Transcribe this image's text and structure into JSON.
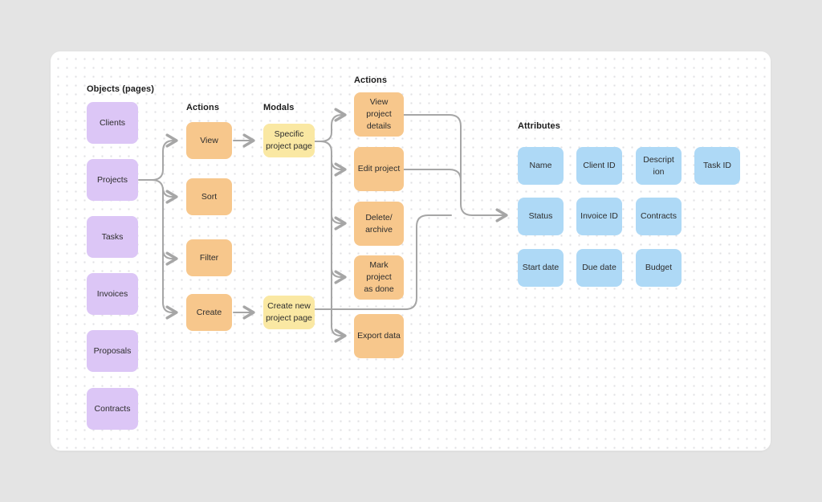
{
  "board": {
    "type": "whiteboard-flow-diagram",
    "colors": {
      "page_background": "#e4e4e4",
      "board_background": "#ffffff",
      "dot_grid": "#e1e1e4",
      "object_node": "#dcc6f6",
      "action_node": "#f7c78c",
      "modal_node": "#fae8a3",
      "attribute_node": "#aed9f6",
      "connector": "#a6a6a6",
      "text": "#2d2d2d"
    }
  },
  "sections": {
    "objects": {
      "title": "Objects (pages)",
      "items": [
        "Clients",
        "Projects",
        "Tasks",
        "Invoices",
        "Proposals",
        "Contracts"
      ]
    },
    "actions1": {
      "title": "Actions",
      "items": [
        "View",
        "Sort",
        "Filter",
        "Create"
      ]
    },
    "modals": {
      "title": "Modals",
      "items": [
        "Specific\nproject page",
        "Create new\nproject page"
      ]
    },
    "actions2": {
      "title": "Actions",
      "items": [
        "View project\ndetails",
        "Edit project",
        "Delete/\narchive",
        "Mark project\nas done",
        "Export data"
      ]
    },
    "attributes": {
      "title": "Attributes",
      "items": [
        "Name",
        "Client ID",
        "Descript\nion",
        "Task ID",
        "Status",
        "Invoice ID",
        "Contracts",
        "Start date",
        "Due date",
        "Budget"
      ]
    }
  },
  "edges": [
    {
      "from": "Projects",
      "to": "View"
    },
    {
      "from": "Projects",
      "to": "Sort"
    },
    {
      "from": "Projects",
      "to": "Filter"
    },
    {
      "from": "Projects",
      "to": "Create"
    },
    {
      "from": "View",
      "to": "Specific project page"
    },
    {
      "from": "Create",
      "to": "Create new project page"
    },
    {
      "from": "Specific project page",
      "to": "View project details"
    },
    {
      "from": "Specific project page",
      "to": "Edit project"
    },
    {
      "from": "Specific project page",
      "to": "Delete/archive"
    },
    {
      "from": "Specific project page",
      "to": "Mark project as done"
    },
    {
      "from": "Specific project page",
      "to": "Export data"
    },
    {
      "from": "View project details",
      "to": "Status"
    },
    {
      "from": "Edit project",
      "to": "Status"
    },
    {
      "from": "Create new project page",
      "to": "Status"
    }
  ]
}
